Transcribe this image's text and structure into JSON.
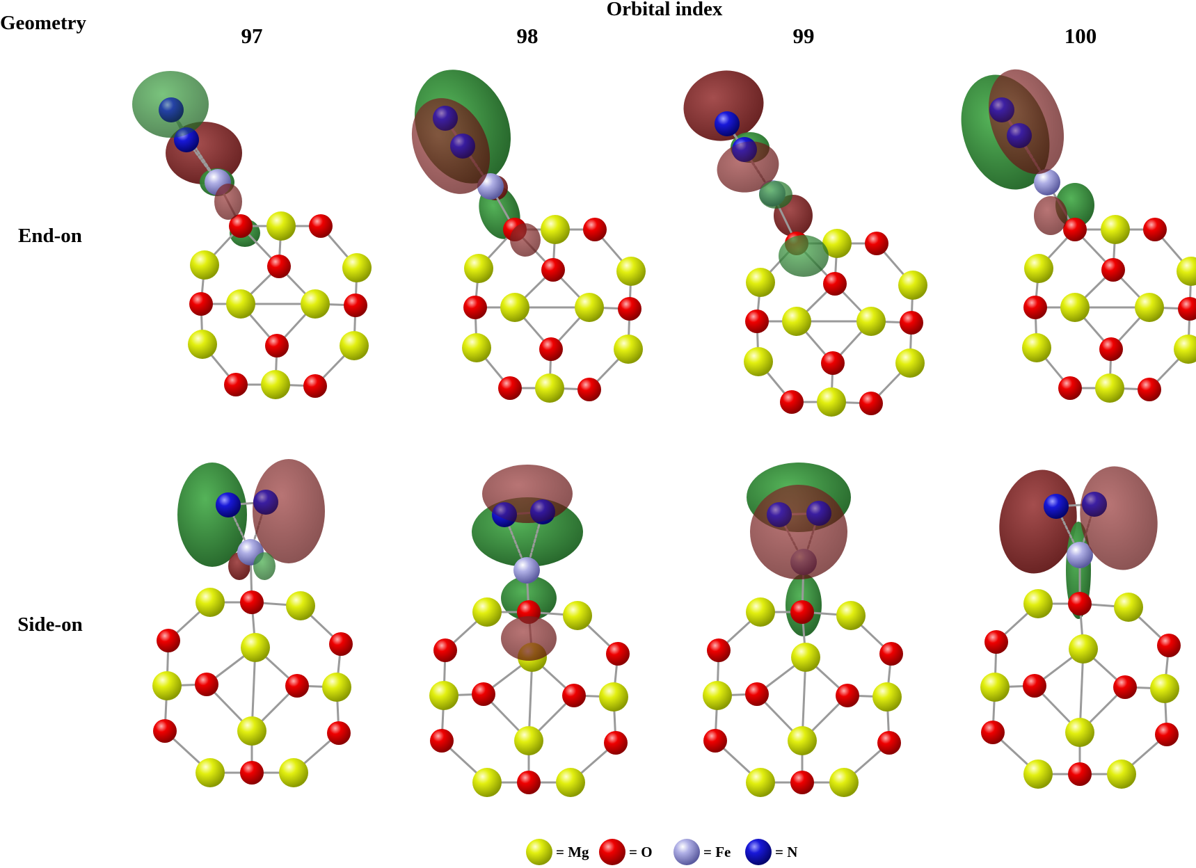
{
  "header": {
    "geometry_label": "Geometry",
    "orbital_label": "Orbital index"
  },
  "orbitals": [
    "97",
    "98",
    "99",
    "100"
  ],
  "rows": [
    "End-on",
    "Side-on"
  ],
  "legend": [
    {
      "atom": "Mg",
      "label": "= Mg",
      "color": "#d4e600"
    },
    {
      "atom": "O",
      "label": "= O",
      "color": "#e00000"
    },
    {
      "atom": "Fe",
      "label": "= Fe",
      "color": "#9a9ad6"
    },
    {
      "atom": "N",
      "label": "= N",
      "color": "#1010c8"
    }
  ],
  "colors": {
    "positive_lobe": "#2e7d32",
    "negative_lobe": "#7a1515",
    "bond": "#9a9a9a"
  }
}
